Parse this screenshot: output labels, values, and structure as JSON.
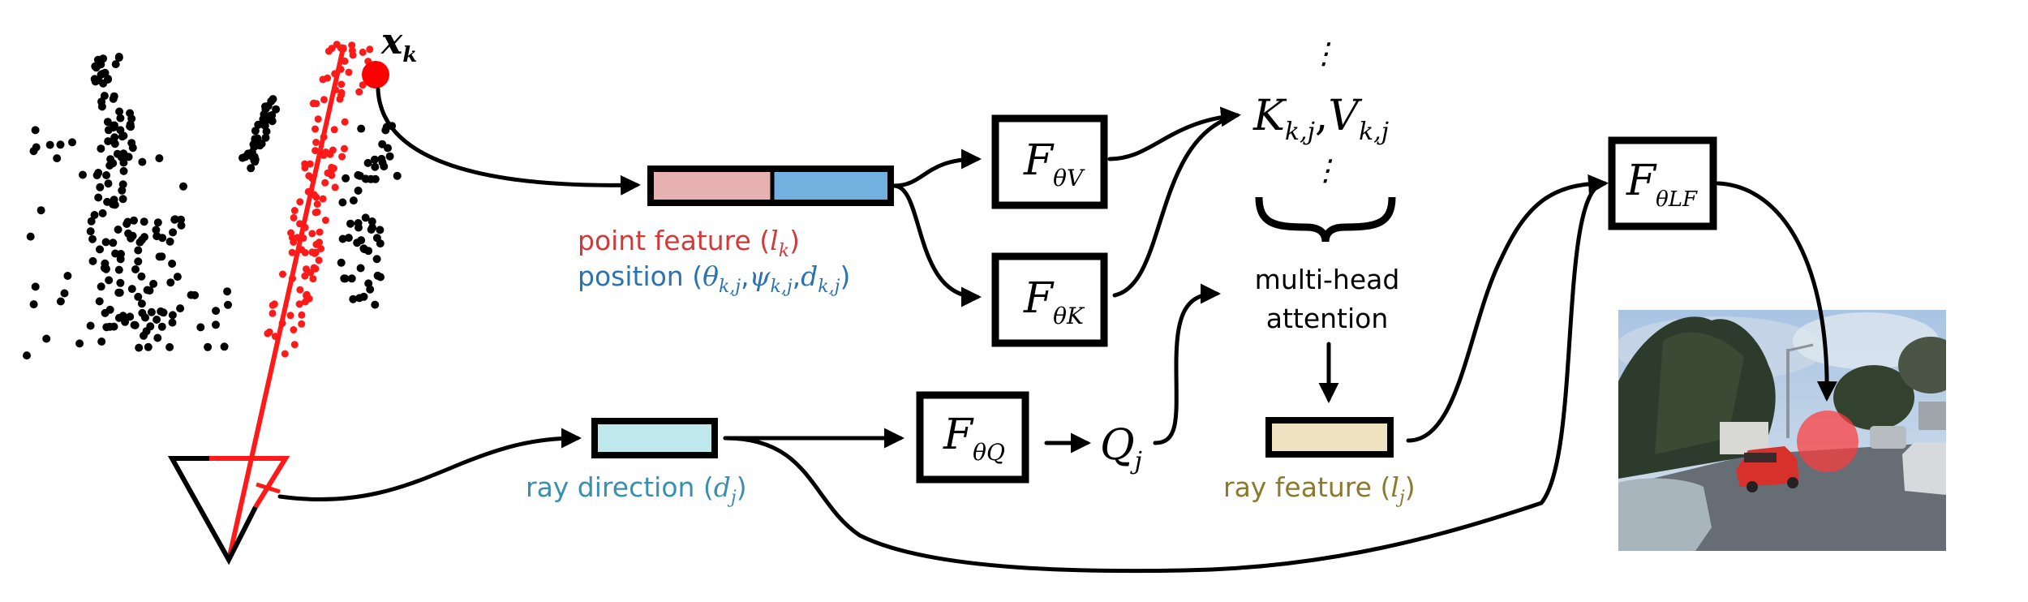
{
  "figure": {
    "type": "architecture-diagram",
    "point_label": {
      "main": "x",
      "sub": "k"
    },
    "point_feature": {
      "label_prefix": "point feature (",
      "symbol": "l",
      "sub": "k",
      "label_suffix": ")",
      "color": "#d23a3a",
      "fill": "#e8b1b1"
    },
    "position": {
      "label_prefix": "position (",
      "terms": [
        {
          "symbol": "θ",
          "sub": "k,j"
        },
        {
          "symbol": "ψ",
          "sub": "k,j"
        },
        {
          "symbol": "d",
          "sub": "k,j"
        }
      ],
      "separator": ",",
      "label_suffix": ")",
      "color": "#2a73b2",
      "fill": "#72b0df"
    },
    "ray_direction": {
      "label_prefix": "ray direction (",
      "symbol": "d",
      "sub": "j",
      "label_suffix": ")",
      "color": "#3a8fb0",
      "fill": "#bfe8ec"
    },
    "ray_feature": {
      "label_prefix": "ray feature (",
      "symbol": "l",
      "sub": "j",
      "label_suffix": ")",
      "color": "#8b7a2e",
      "fill": "#efe2c0"
    },
    "networks": {
      "value": {
        "symbol": "F",
        "sub": "θV"
      },
      "key": {
        "symbol": "F",
        "sub": "θK"
      },
      "query": {
        "symbol": "F",
        "sub": "θQ"
      },
      "light_field": {
        "symbol": "F",
        "sub": "θLF"
      }
    },
    "kv": {
      "k_symbol": "K",
      "k_sub": "k,j",
      "comma": ",",
      "v_symbol": "V",
      "v_sub": "k,j",
      "ellipsis": "⋮"
    },
    "query_output": {
      "symbol": "Q",
      "sub": "j"
    },
    "attention": {
      "line1": "multi-head",
      "line2": "attention"
    },
    "brace": "{",
    "colors": {
      "ray": "#ff1a1a",
      "point_cloud": "#000000",
      "highlight": "#ff0000"
    },
    "rendered_image": {
      "description": "street-scene rendering with highlighted red query point"
    }
  }
}
